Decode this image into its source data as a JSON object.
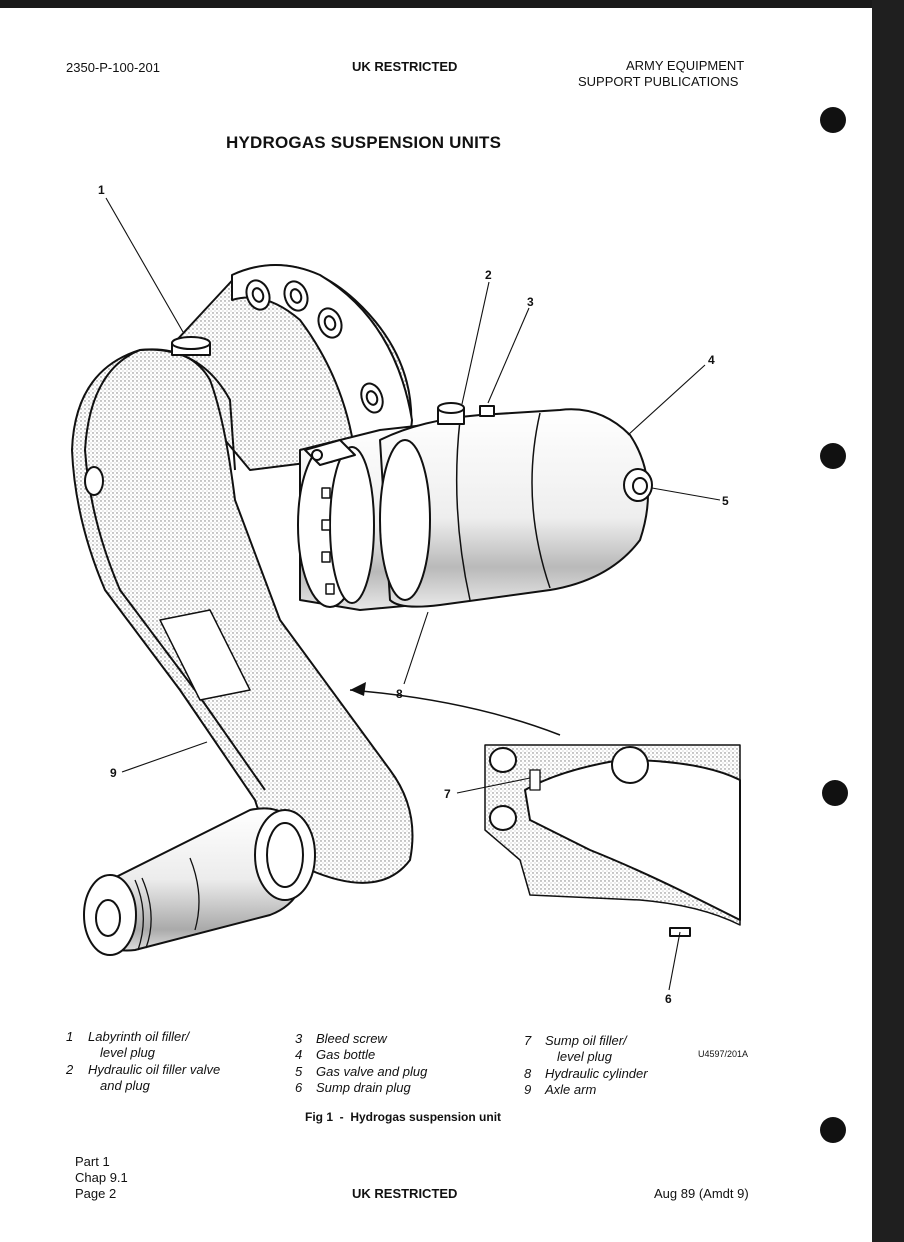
{
  "header": {
    "doc_number": "2350-P-100-201",
    "classification": "UK RESTRICTED",
    "publisher_line1": "ARMY EQUIPMENT",
    "publisher_line2": "SUPPORT PUBLICATIONS"
  },
  "title": "HYDROGAS SUSPENSION UNITS",
  "callouts": [
    "1",
    "2",
    "3",
    "4",
    "5",
    "6",
    "7",
    "8",
    "9"
  ],
  "legend": {
    "col1": [
      {
        "num": "1",
        "line1": "Labyrinth oil filler/",
        "line2": "level plug"
      },
      {
        "num": "2",
        "line1": "Hydraulic oil filler valve",
        "line2": "and plug"
      }
    ],
    "col2": [
      {
        "num": "3",
        "line1": "Bleed screw"
      },
      {
        "num": "4",
        "line1": "Gas bottle"
      },
      {
        "num": "5",
        "line1": "Gas valve and plug"
      },
      {
        "num": "6",
        "line1": "Sump drain plug"
      }
    ],
    "col3": [
      {
        "num": "7",
        "line1": "Sump oil filler/",
        "line2": "level plug"
      },
      {
        "num": "8",
        "line1": "Hydraulic cylinder"
      },
      {
        "num": "9",
        "line1": "Axle arm"
      }
    ]
  },
  "figure_ref": "U4597/201A",
  "caption": "Fig 1  -  Hydrogas suspension unit",
  "footer": {
    "part": "Part 1",
    "chap": "Chap 9.1",
    "page": "Page 2",
    "classification": "UK RESTRICTED",
    "date": "Aug 89 (Amdt 9)"
  }
}
